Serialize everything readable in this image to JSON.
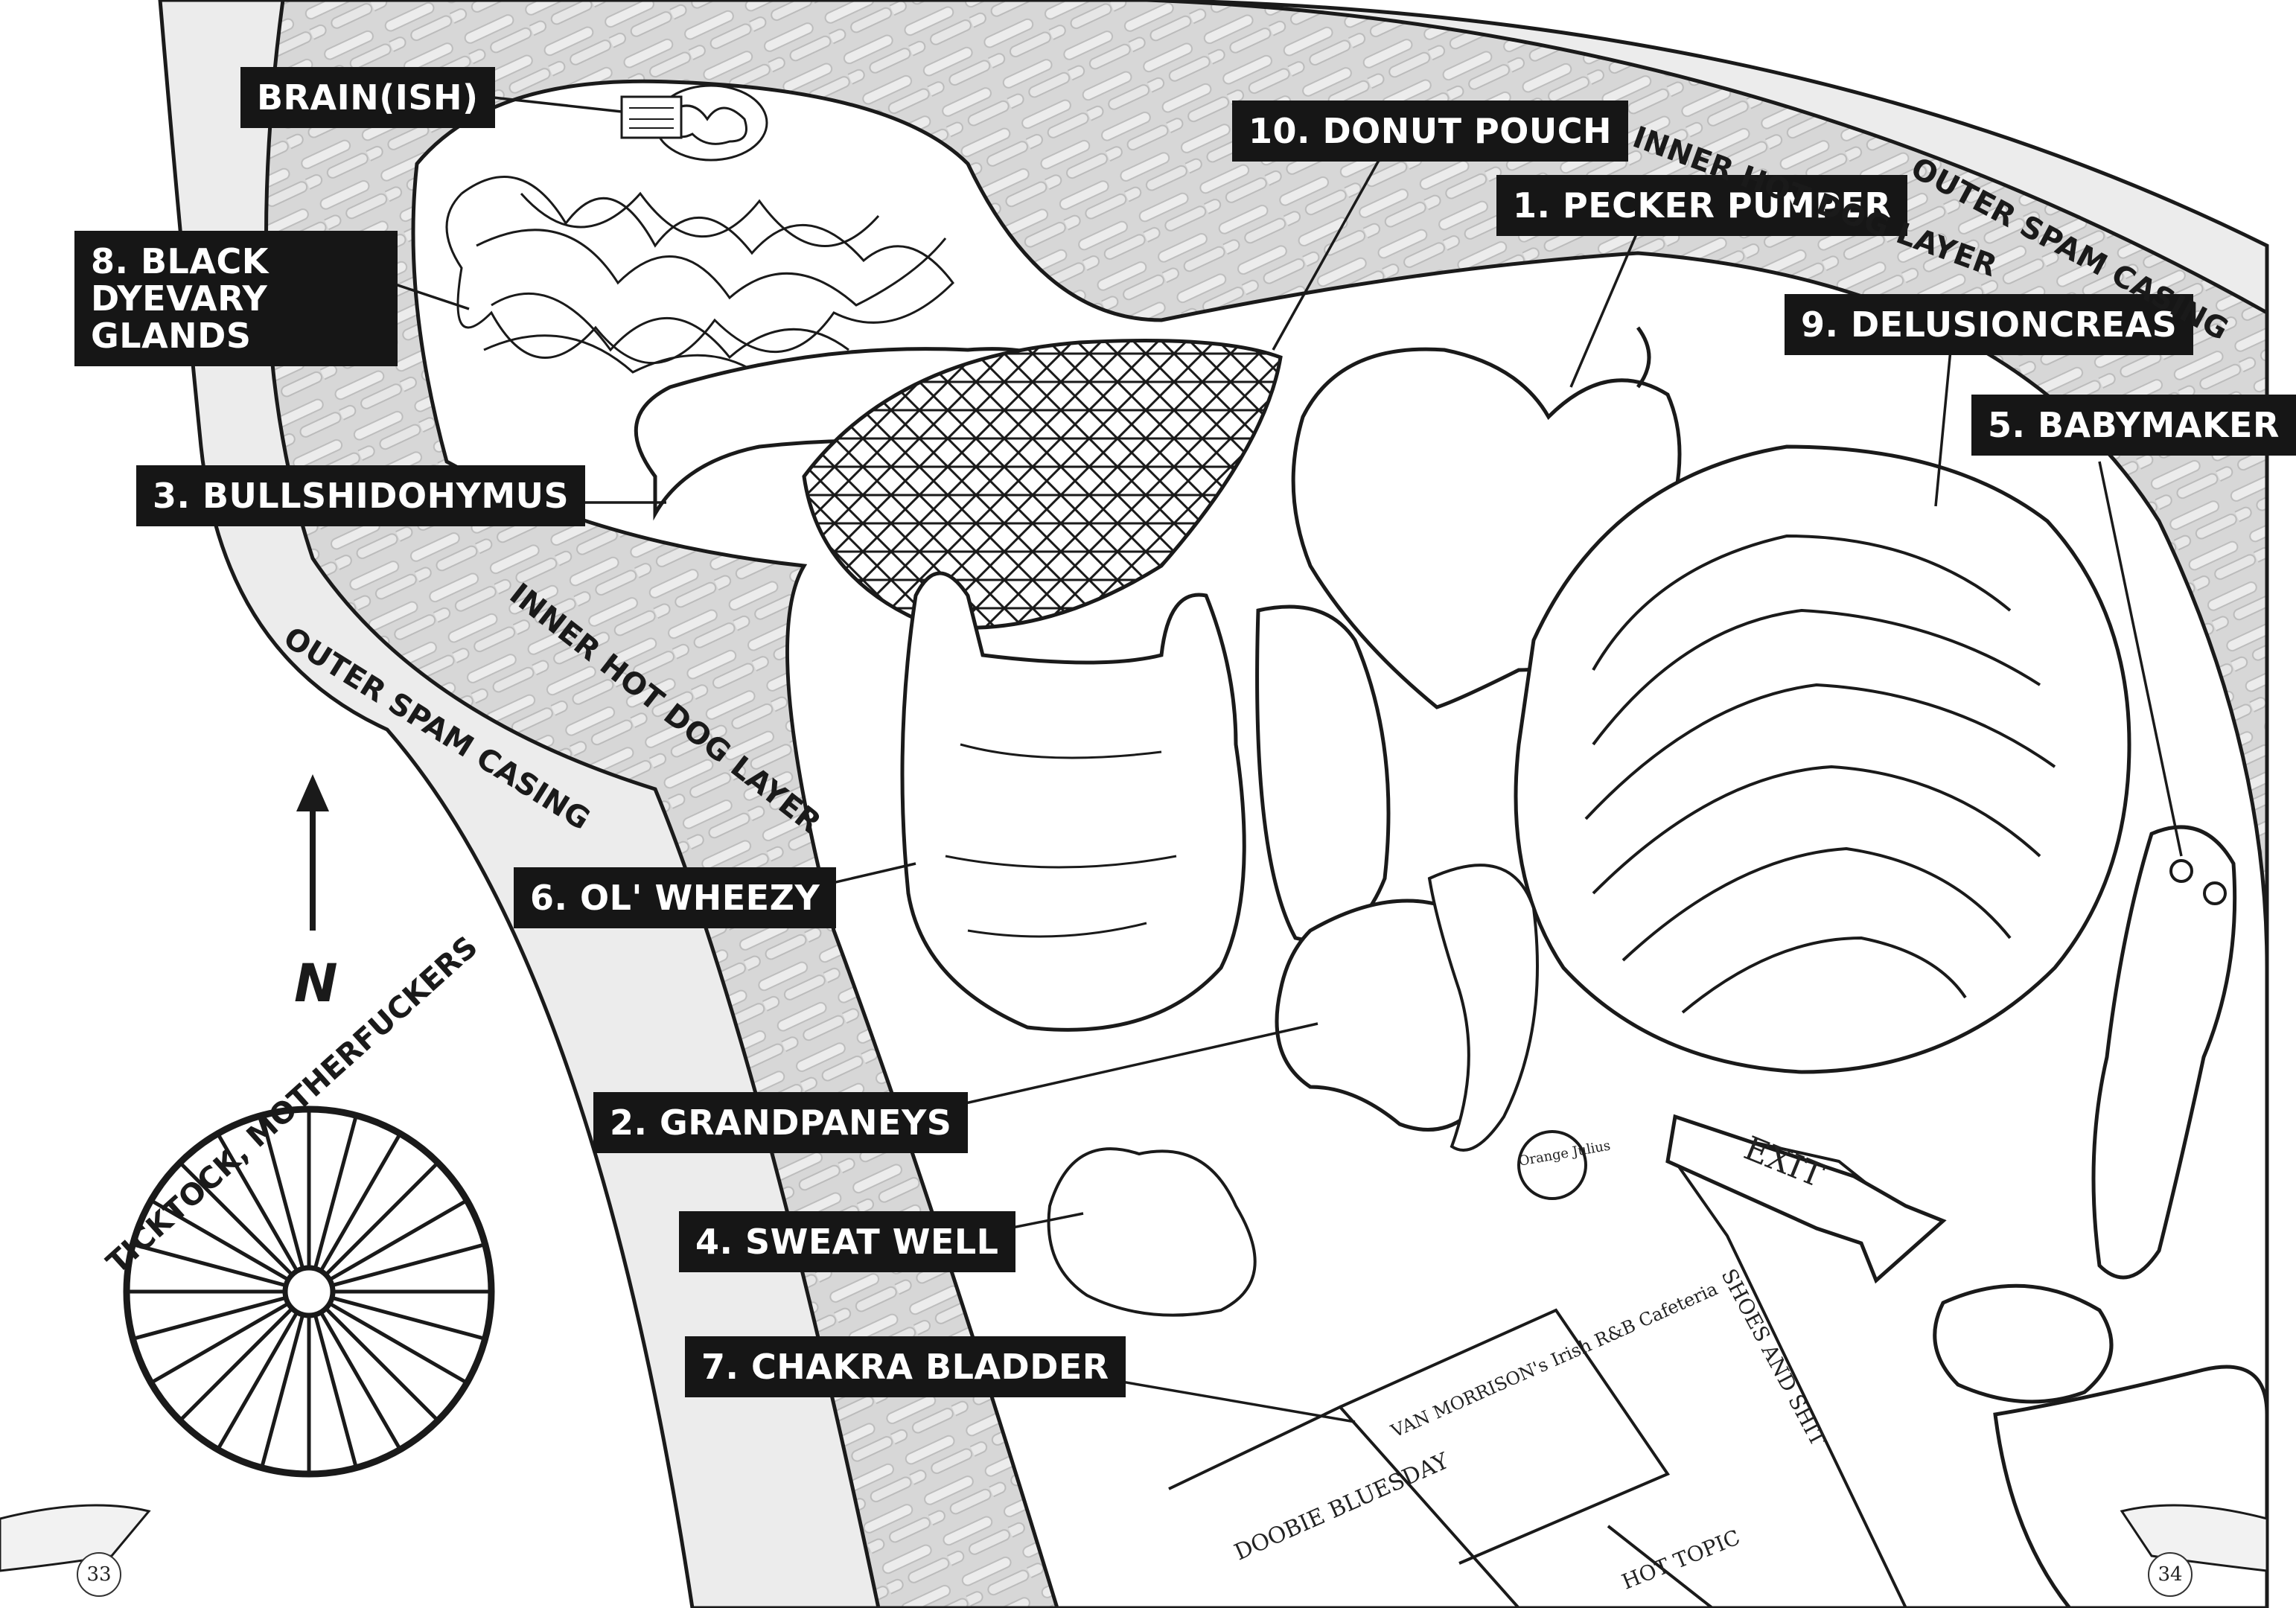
{
  "map": {
    "labels": {
      "brain": "BRAIN(ISH)",
      "black_dyevary": "8. BLACK DYEVARY GLANDS",
      "bullshidohymus": "3. BULLSHIDOHYMUS",
      "donut_pouch": "10. DONUT POUCH",
      "pecker_pumper": "1. PECKER PUMPER",
      "delusioncreas": "9. DELUSIONCREAS",
      "babymaker": "5. BABYMAKER",
      "ol_wheezy": "6. OL' WHEEZY",
      "grandpaneys": "2. GRANDPANEYS",
      "sweat_well": "4. SWEAT WELL",
      "chakra_bladder": "7. CHAKRA BLADDER"
    },
    "layers": {
      "inner_top": "INNER HOT DOG LAYER",
      "outer_top": "OUTER SPAM CASING",
      "inner_left": "INNER HOT DOG LAYER",
      "outer_left": "OUTER SPAM CASING"
    },
    "compass": {
      "letter": "N"
    },
    "clock": {
      "caption": "TICKTOCK, MOTHERFUCKERS",
      "spokes": 24
    },
    "stores": {
      "exit": "EXIT",
      "orange_julius": "Orange Julius",
      "van_morrison": "VAN MORRISON's Irish R&B Cafeteria",
      "doobie": "DOOBIE BLUESDAY",
      "hot_topic": "HOT TOPIC",
      "shoes": "SHOES AND SHIT"
    },
    "pages": {
      "left": "33",
      "right": "34"
    }
  },
  "colors": {
    "label_bg": "#161616",
    "label_text": "#ffffff",
    "ink": "#1a1a1a",
    "fill_texture": "#d4d4d4"
  }
}
